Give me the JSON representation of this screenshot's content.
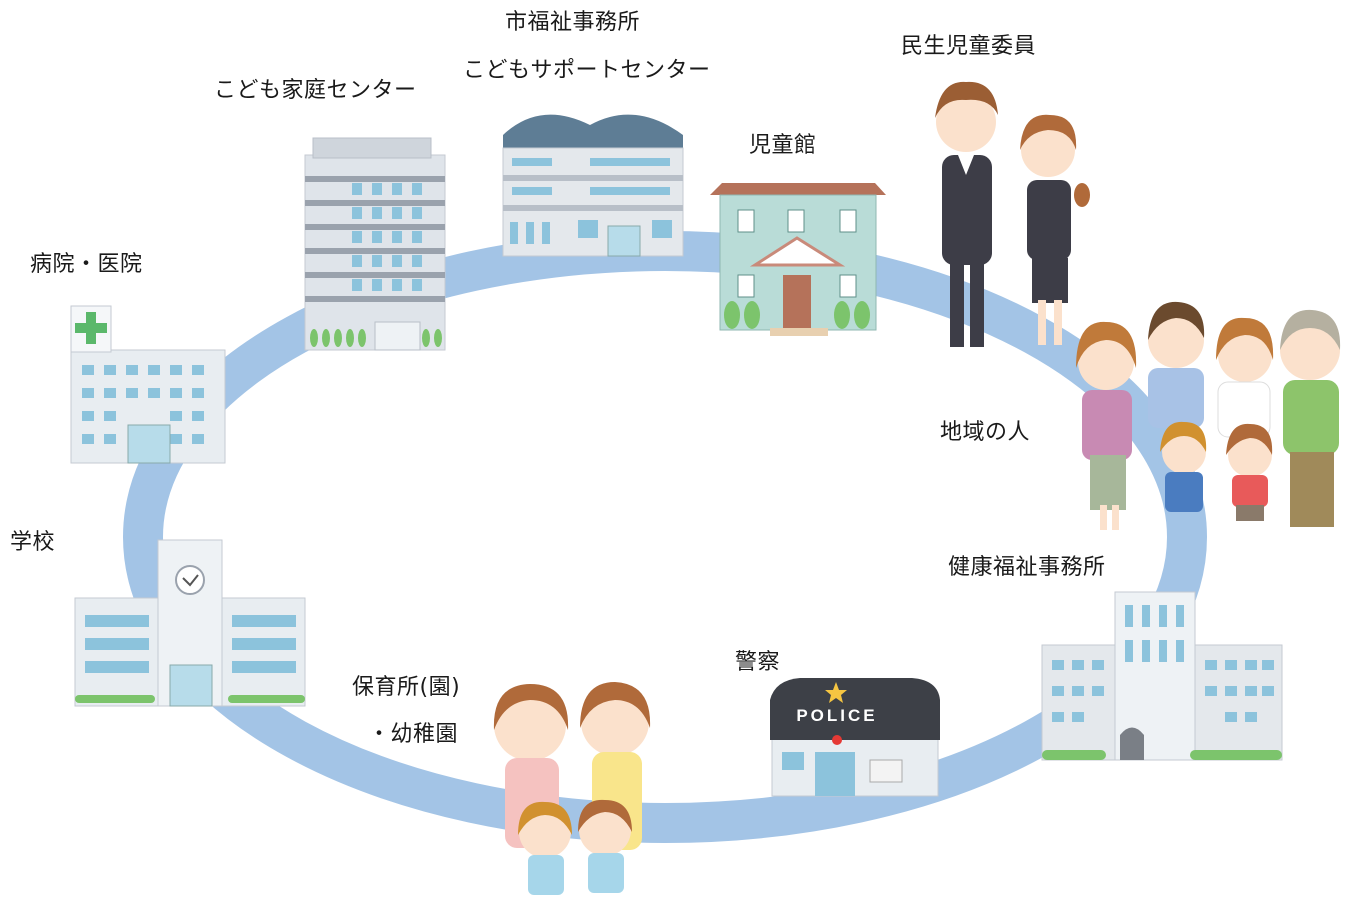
{
  "labels": {
    "city_welfare_office": "市福祉事務所",
    "kodomo_support_center": "こどもサポートセンター",
    "kodomo_katei_center": "こども家庭センター",
    "minsei_jido_iin": "民生児童委員",
    "jidokan": "児童館",
    "hospital": "病院・医院",
    "school": "学校",
    "community_people": "地域の人",
    "kenko_fukushi_office": "健康福祉事務所",
    "police": "警察",
    "nursery_line1": "保育所(園)",
    "nursery_line2": "・幼稚園"
  },
  "police_sign": "POLICE",
  "colors": {
    "ring": "#a3c4e6",
    "building_gray": "#dfe4ea",
    "window_blue": "#8cc3dc",
    "tree_green": "#7cc46c",
    "roof_brown": "#b5725a",
    "house_teal": "#b9dcd7",
    "police_dark": "#3d4047",
    "apron_pink": "#f5c2c0",
    "apron_yellow": "#f9e58b",
    "hair_brown": "#b06a3a"
  }
}
